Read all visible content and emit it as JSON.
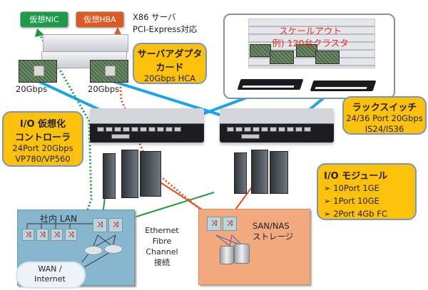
{
  "labels": {
    "virtual_nic": "仮想NIC",
    "virtual_hba": "仮想HBA",
    "x86_server_line1": "X86 サーバ",
    "x86_server_line2": "PCI-Express対応",
    "port_speed_left": "20Gbps",
    "port_speed_right": "20Gbps",
    "scaleout_line1": "スケールアウト",
    "scaleout_line2": "例) 120台クラスタ",
    "network_line1": "Ethernet",
    "network_line2": "Fibre Channel",
    "network_line3": "接続",
    "lan_title": "社内 LAN",
    "wan_line1": "WAN /",
    "wan_line2": "Internet",
    "storage_line1": "SAN/NAS",
    "storage_line2": "ストレージ"
  },
  "callouts": {
    "adapter": {
      "title_line1": "サーバアダプタ",
      "title_line2": "カード",
      "sub": "20Gbps HCA"
    },
    "controller": {
      "title_line1": "I/O 仮想化",
      "title_line2": "コントローラ",
      "sub_line1": "24Port 20Gbps",
      "sub_line2": "VP780/VP560"
    },
    "rack_switch": {
      "title": "ラックスイッチ",
      "sub_line1": "24/36 Port 20Gbps",
      "sub_line2": "IS24/IS36"
    },
    "io_module": {
      "title": "I/O モジュール",
      "bullet": "➢",
      "items": [
        "10Port 1GE",
        "1Port 10GE",
        "2Port 4Gb FC"
      ]
    }
  },
  "colors": {
    "virtual_nic": "#1f9a48",
    "virtual_hba": "#dd5a21",
    "callout_fill": "#fbc10b",
    "infiniband_link": "#1aa6e4",
    "ethernet_link": "#1e9a3c",
    "fc_link": "#d9531e",
    "lan_area": "#86b7cf",
    "san_area": "#f2a97e",
    "scaleout_text": "#e0312b"
  },
  "icons": {
    "lan_switch": "⤨",
    "storage_switch": "⤨"
  }
}
